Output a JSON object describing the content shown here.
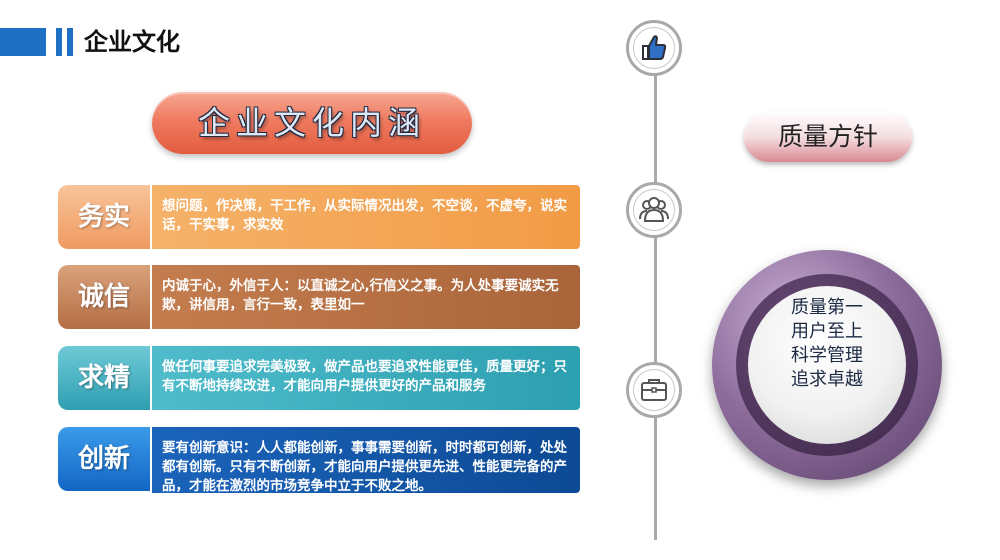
{
  "header": {
    "title": "企业文化"
  },
  "culture": {
    "title": "企业文化内涵"
  },
  "rows": [
    {
      "key": "务实",
      "text": "想问题，作决策，干工作，从实际情况出发，不空谈，不虚夸，说实话，干实事，求实效"
    },
    {
      "key": "诚信",
      "text": "内诚于心，外信于人：以直诚之心,行信义之事。为人处事要诚实无欺，讲信用，言行一致，表里如一"
    },
    {
      "key": "求精",
      "text": "做任何事要追求完美极致，做产品也要追求性能更佳，质量更好；只有不断地持续改进，才能向用户提供更好的产品和服务"
    },
    {
      "key": "创新",
      "text": "要有创新意识：人人都能创新，事事需要创新，时时都可创新，处处都有创新。只有不断创新，才能向用户提供更先进、性能更完备的产品，才能在激烈的市场竞争中立于不败之地。"
    }
  ],
  "timeline": {
    "icons": [
      "thumbs-up-icon",
      "group-icon",
      "briefcase-icon"
    ]
  },
  "quality": {
    "title": "质量方针",
    "lines": [
      "质量第一",
      "用户至上",
      "科学管理",
      "追求卓越"
    ]
  },
  "colors": {
    "accent": "#1f6fc4",
    "row1": "#f29b45",
    "row2": "#b56e45",
    "row3": "#2e9fb2",
    "row4": "#1366c4",
    "quality_ring": "#8f6e9e"
  }
}
